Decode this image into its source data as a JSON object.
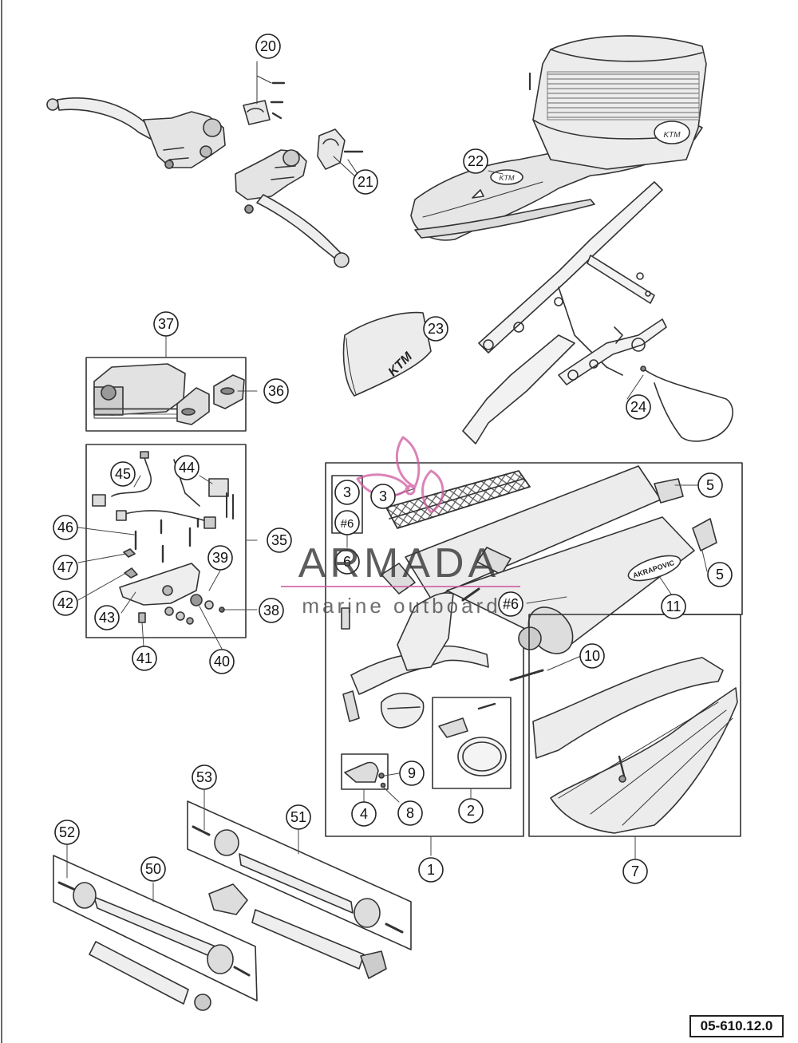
{
  "diagram": {
    "callouts": [
      {
        "id": "20",
        "label": "20"
      },
      {
        "id": "21",
        "label": "21"
      },
      {
        "id": "22",
        "label": "22"
      },
      {
        "id": "23",
        "label": "23"
      },
      {
        "id": "24",
        "label": "24"
      },
      {
        "id": "37",
        "label": "37"
      },
      {
        "id": "36",
        "label": "36"
      },
      {
        "id": "45",
        "label": "45"
      },
      {
        "id": "44",
        "label": "44"
      },
      {
        "id": "46",
        "label": "46"
      },
      {
        "id": "35",
        "label": "35"
      },
      {
        "id": "47",
        "label": "47"
      },
      {
        "id": "39",
        "label": "39"
      },
      {
        "id": "42",
        "label": "42"
      },
      {
        "id": "38",
        "label": "38"
      },
      {
        "id": "43",
        "label": "43"
      },
      {
        "id": "41",
        "label": "41"
      },
      {
        "id": "40",
        "label": "40"
      },
      {
        "id": "3a",
        "label": "3"
      },
      {
        "id": "3b",
        "label": "3"
      },
      {
        "id": "6a",
        "label": "#6"
      },
      {
        "id": "6b",
        "label": "6"
      },
      {
        "id": "5a",
        "label": "5"
      },
      {
        "id": "5b",
        "label": "5"
      },
      {
        "id": "6c",
        "label": "#6"
      },
      {
        "id": "11",
        "label": "11"
      },
      {
        "id": "10",
        "label": "10"
      },
      {
        "id": "9",
        "label": "9"
      },
      {
        "id": "4",
        "label": "4"
      },
      {
        "id": "8",
        "label": "8"
      },
      {
        "id": "2",
        "label": "2"
      },
      {
        "id": "1",
        "label": "1"
      },
      {
        "id": "7",
        "label": "7"
      },
      {
        "id": "53",
        "label": "53"
      },
      {
        "id": "51",
        "label": "51"
      },
      {
        "id": "52",
        "label": "52"
      },
      {
        "id": "50",
        "label": "50"
      }
    ],
    "part_markings": {
      "bag_logo": "KTM",
      "tank_pad_logo": "KTM",
      "pad_logo": "KTM",
      "muffler_brand": "AKRAPOVIC"
    },
    "reference_code": "05-610.12.0"
  },
  "watermark": {
    "title": "ARMADA",
    "subtitle": "marine outboard",
    "color": "#cf5aa0"
  }
}
